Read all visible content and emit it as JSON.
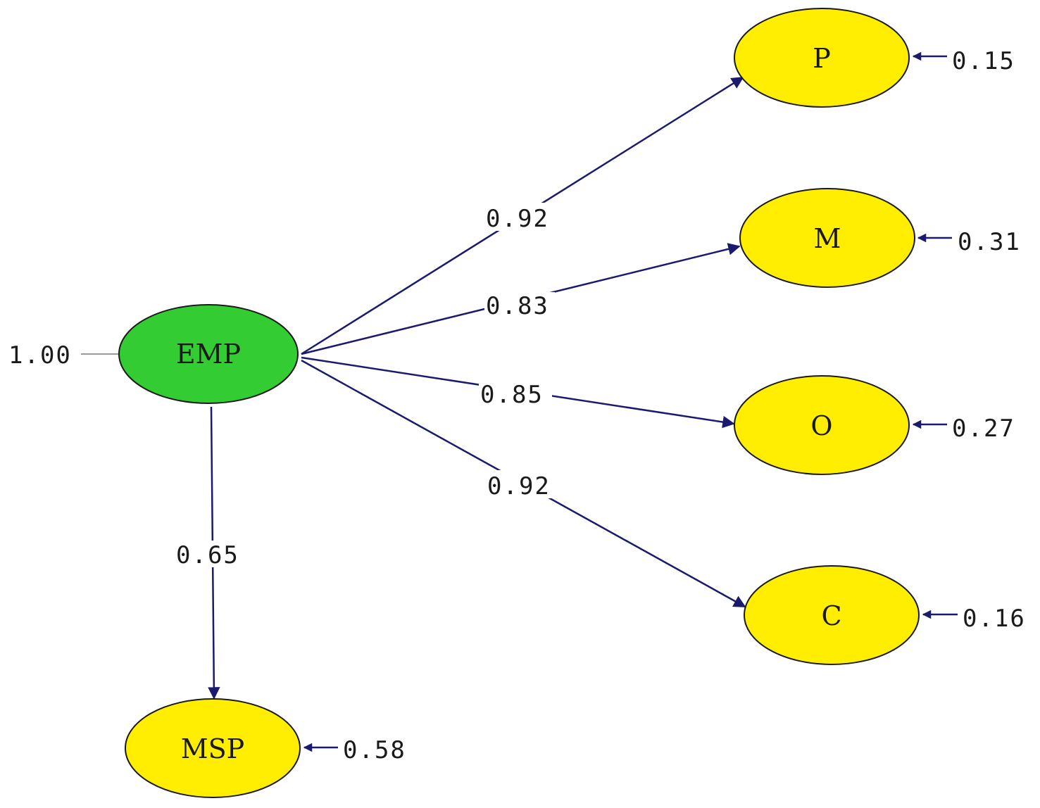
{
  "colors": {
    "latent_fill": "#33cc33",
    "indicator_fill": "#ffee00",
    "path": "#1a1a6e",
    "outline": "#1a1a1a",
    "background": "#ffffff"
  },
  "latent": {
    "id": "EMP",
    "label": "EMP",
    "variance": "1.00"
  },
  "indicators": [
    {
      "id": "P",
      "label": "P",
      "loading": "0.92",
      "error": "0.15"
    },
    {
      "id": "M",
      "label": "M",
      "loading": "0.83",
      "error": "0.31"
    },
    {
      "id": "O",
      "label": "O",
      "loading": "0.85",
      "error": "0.27"
    },
    {
      "id": "C",
      "label": "C",
      "loading": "0.92",
      "error": "0.16"
    },
    {
      "id": "MSP",
      "label": "MSP",
      "loading": "0.65",
      "error": "0.58"
    }
  ]
}
